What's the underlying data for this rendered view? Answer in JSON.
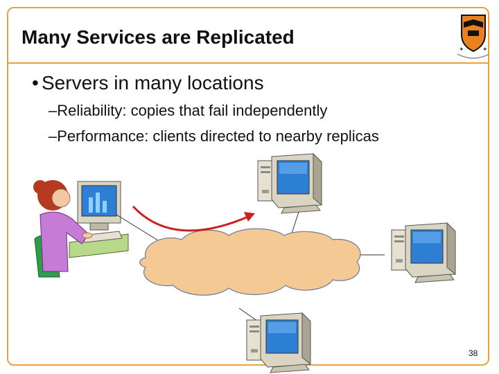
{
  "slide": {
    "title": "Many Services are Replicated",
    "bullet": "Servers in many locations",
    "subpoints": [
      "Reliability: copies that fail independently",
      "Performance: clients directed to nearby replicas"
    ],
    "page_number": "38"
  },
  "icons": [
    "princeton-shield-icon",
    "woman-at-computer-icon",
    "server-computer-icon",
    "network-cloud-icon",
    "redirect-arrow-icon"
  ],
  "colors": {
    "border": "#e8a33a",
    "cloud": "#f5c994",
    "arrow": "#cc1f1f",
    "screen": "#2d7fd4"
  }
}
